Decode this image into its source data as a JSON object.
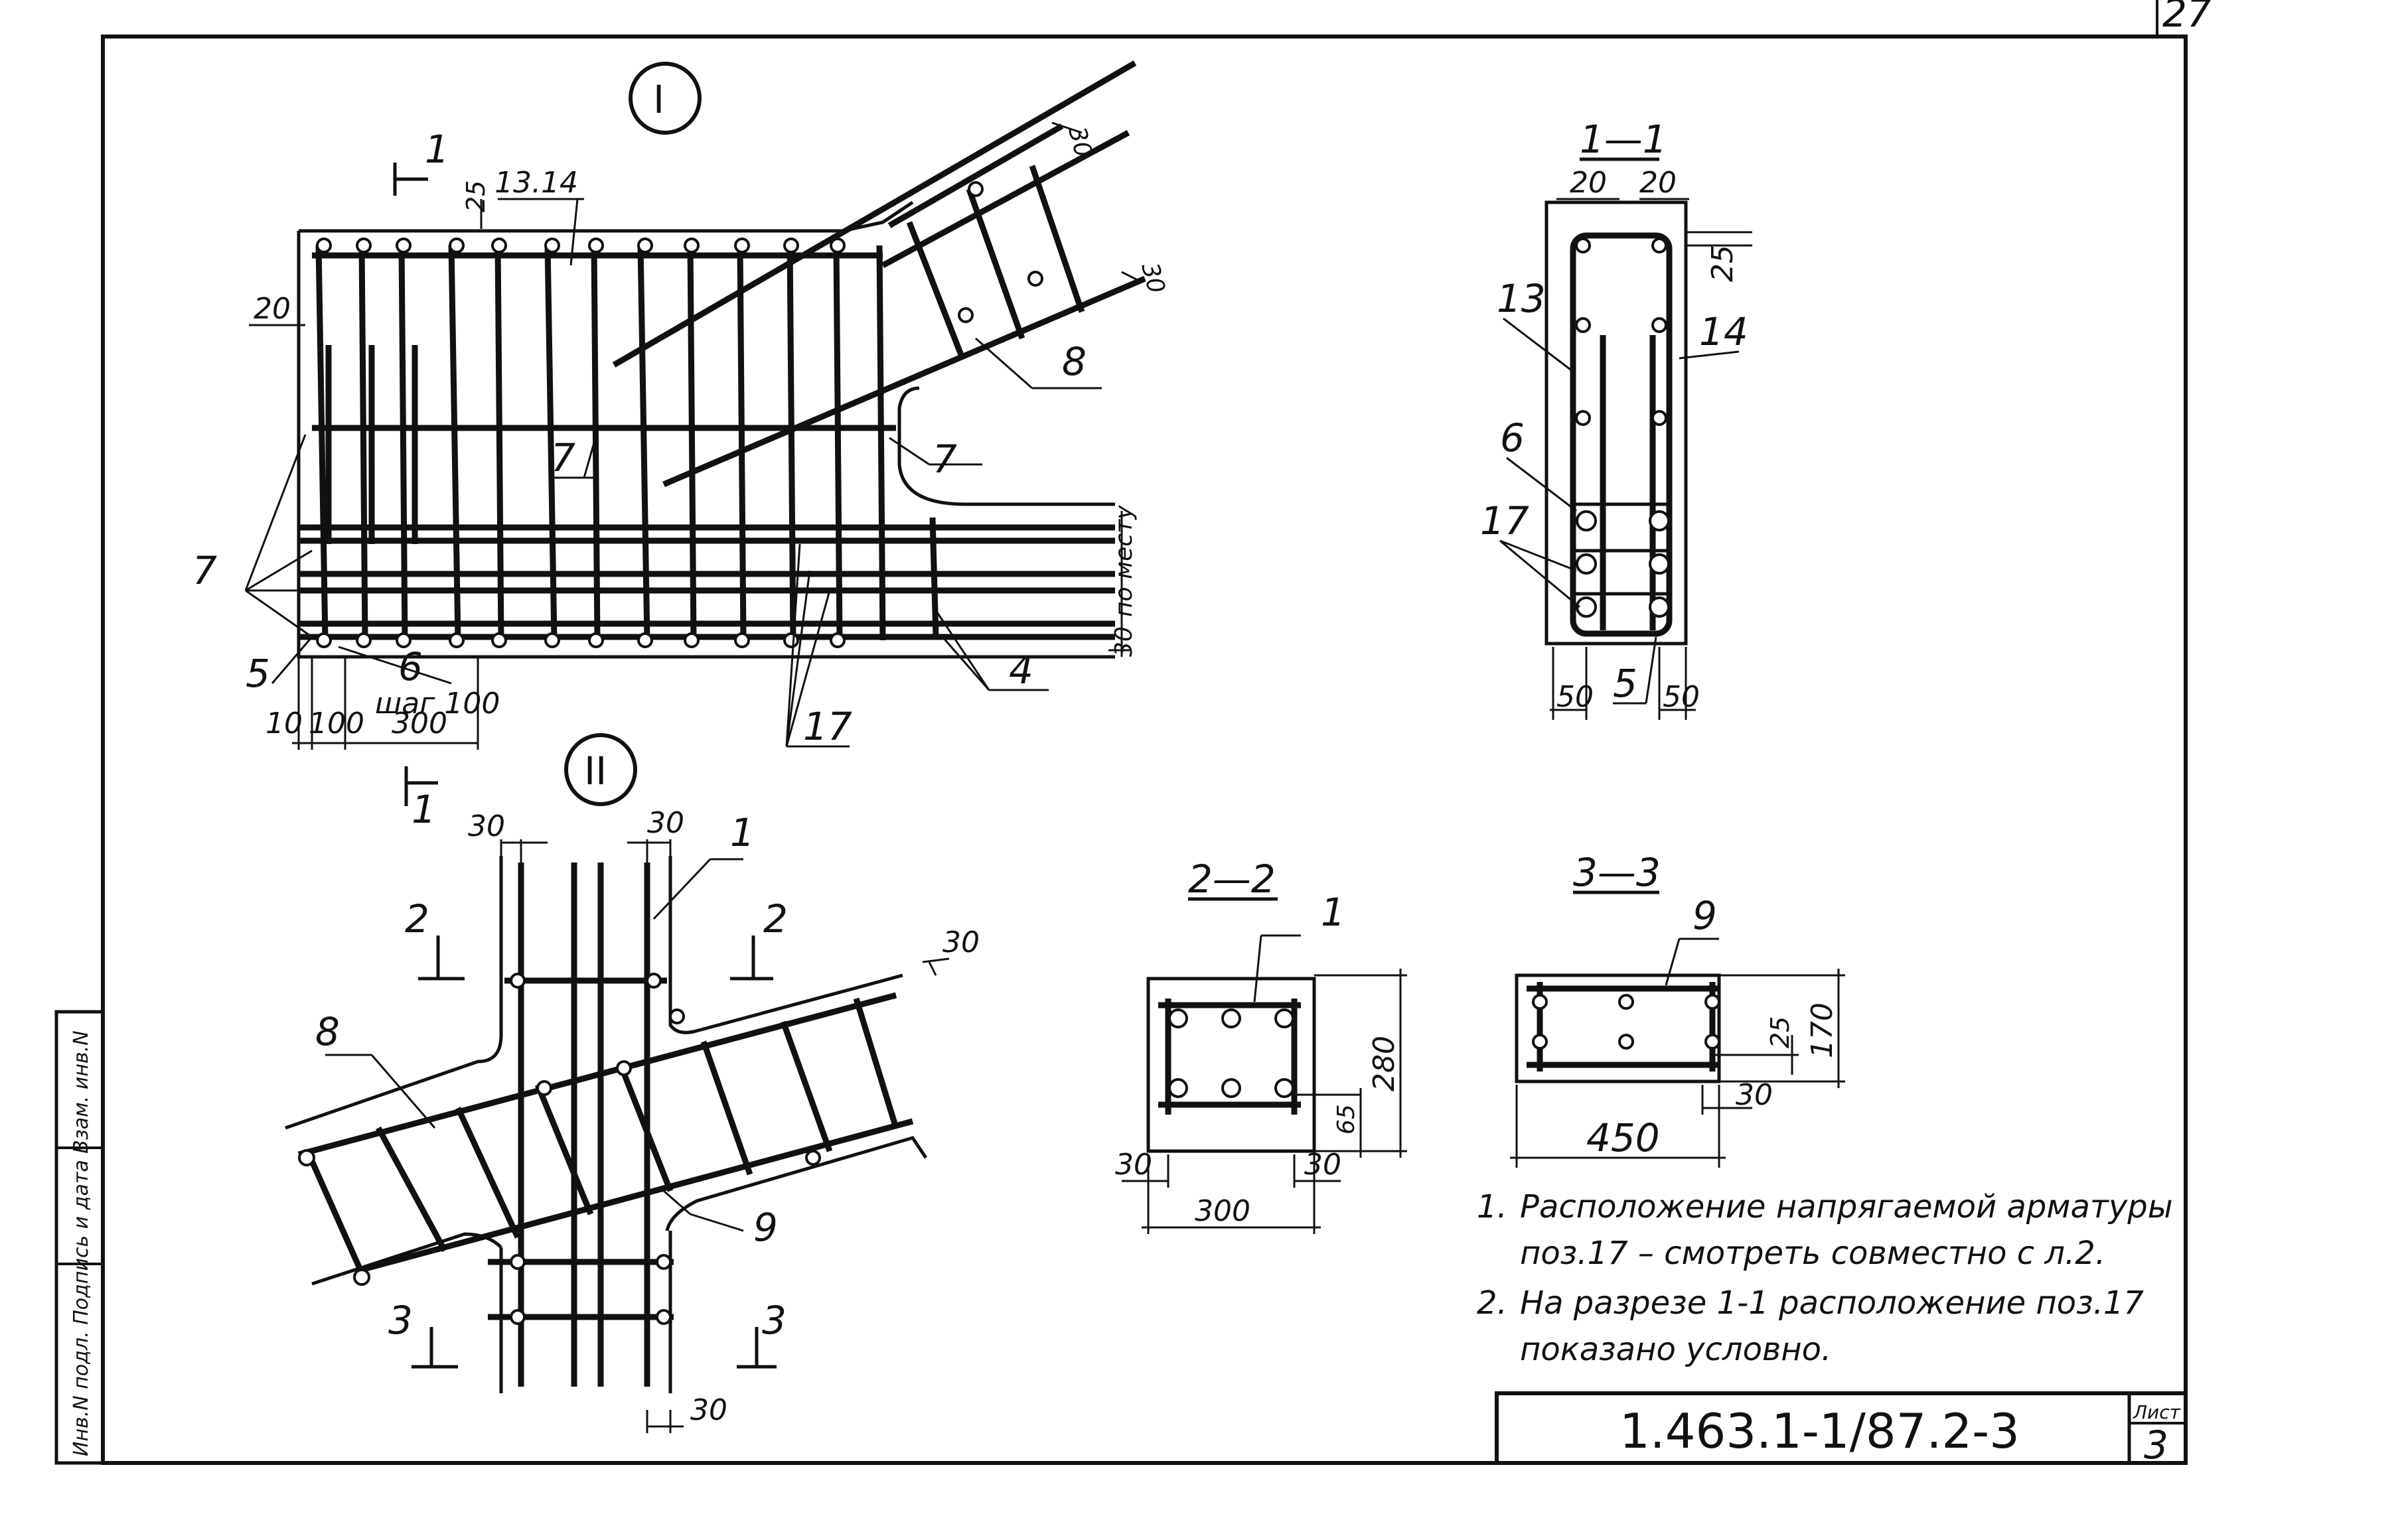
{
  "sheet": {
    "corner_number": "27",
    "designation": "1.463.1-1/87.2-3",
    "list_label": "Лист",
    "list_number": "3",
    "side_stamp": "Инв.N подл.  Подпись и дата  Взам. инв.N"
  },
  "views": {
    "node_I": {
      "marker": "I",
      "section_mark": "1",
      "labels": [
        "13.14",
        "20",
        "25",
        "7",
        "7",
        "7",
        "8",
        "5",
        "6",
        "шаг 100",
        "17",
        "4",
        "по месту",
        "30",
        "30",
        "30"
      ],
      "dims_bottom": [
        "10",
        "100",
        "300"
      ]
    },
    "node_II": {
      "marker": "II",
      "section_mark": "1",
      "labels": [
        "30",
        "30",
        "1",
        "2",
        "2",
        "30",
        "8",
        "9",
        "3",
        "3",
        "30"
      ]
    },
    "section_1_1": {
      "title": "1—1",
      "labels": [
        "20",
        "20",
        "25",
        "13",
        "14",
        "6",
        "17",
        "50",
        "5",
        "50"
      ]
    },
    "section_2_2": {
      "title": "2—2",
      "labels": [
        "1",
        "280",
        "65",
        "30",
        "30",
        "300"
      ]
    },
    "section_3_3": {
      "title": "3—3",
      "labels": [
        "9",
        "25",
        "170",
        "30",
        "450"
      ]
    }
  },
  "notes": [
    {
      "n": "1.",
      "line1": "Расположение напрягаемой арматуры",
      "line2": "поз.17 – смотреть совместно с л.2."
    },
    {
      "n": "2.",
      "line1": "На разрезе 1-1 расположение поз.17",
      "line2": "показано условно."
    }
  ]
}
